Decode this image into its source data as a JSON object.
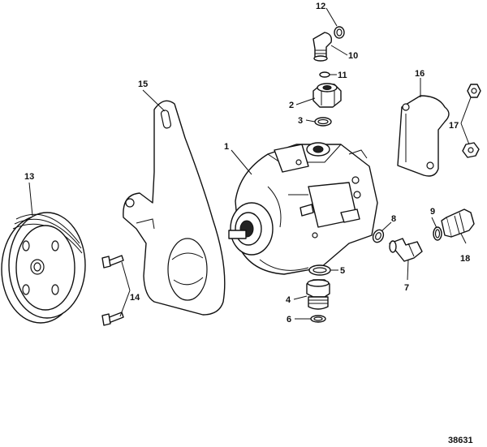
{
  "figure_number": "38631",
  "callouts": {
    "c1": "1",
    "c2": "2",
    "c3": "3",
    "c4": "4",
    "c5": "5",
    "c6": "6",
    "c7": "7",
    "c8": "8",
    "c9": "9",
    "c10": "10",
    "c11": "11",
    "c12": "12",
    "c13": "13",
    "c14": "14",
    "c15": "15",
    "c16": "16",
    "c17": "17",
    "c18": "18"
  }
}
